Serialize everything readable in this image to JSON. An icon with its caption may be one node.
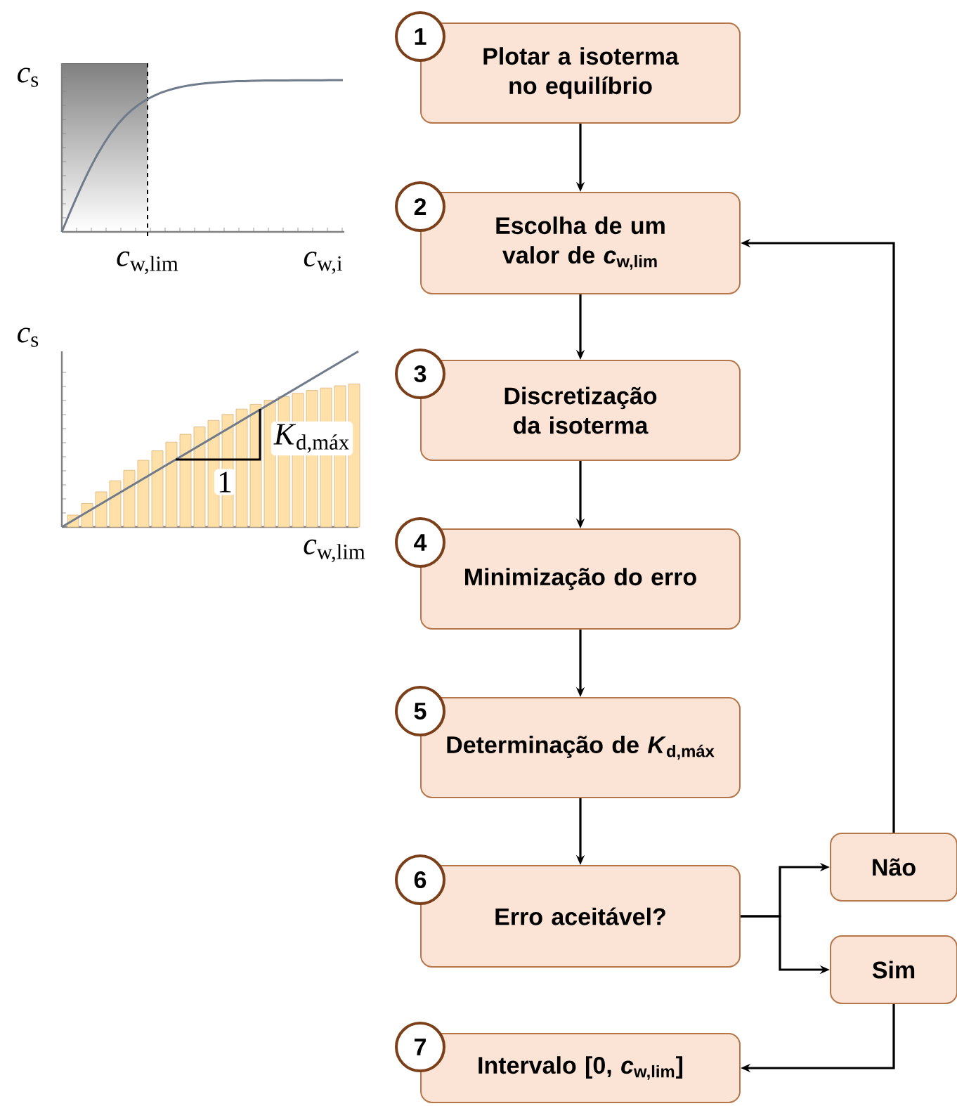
{
  "diagram": {
    "nodes": [
      {
        "text": [
          "Plotar a isoterma no equilíbrio"
        ],
        "beside": [
          "1"
        ]
      },
      {
        "text": [
          "Escolha de um valor de *c*$_{w,lim}$"
        ],
        "beside": [
          "2"
        ]
      },
      {
        "text": [
          "Discretização da isoterma"
        ],
        "beside": [
          "3"
        ]
      },
      {
        "text": [
          "Minimização do erro"
        ],
        "beside": [
          "4"
        ]
      },
      {
        "text": [
          "Determinação de *K*$_{d,máx}$"
        ],
        "beside": [
          "5"
        ]
      },
      {
        "text": [
          "Erro aceitável?"
        ],
        "beside": [
          "6"
        ]
      },
      {
        "text": [
          "Não"
        ]
      },
      {
        "text": [
          "Sim"
        ]
      },
      {
        "text": [
          "Intervalo [0, *c*$_{w,lim}$]"
        ],
        "beside": [
          "7"
        ]
      }
    ],
    "edges": [
      {
        "from": 0,
        "to": 1,
        "arrow": "to"
      },
      {
        "from": 1,
        "to": 2,
        "arrow": "to"
      },
      {
        "from": 2,
        "to": 3,
        "arrow": "to"
      },
      {
        "from": 3,
        "to": 4,
        "arrow": "to"
      },
      {
        "from": 4,
        "to": 5,
        "arrow": "to"
      },
      {
        "from": 5,
        "to": 6,
        "arrow": "to"
      },
      {
        "from": 5,
        "to": 7,
        "arrow": "to"
      },
      {
        "from": 6,
        "to": 1,
        "arrow": "to"
      },
      {
        "from": 7,
        "to": 8,
        "arrow": "to"
      }
    ],
    "labels": [
      "*c*$_{s}$",
      "*c*$_{w,lim}$",
      "*c*$_{w,i}$",
      "*c*$_{s}$",
      "*K*$_{d,máx}$",
      "1",
      "*c*$_{w,lim}$"
    ]
  }
}
